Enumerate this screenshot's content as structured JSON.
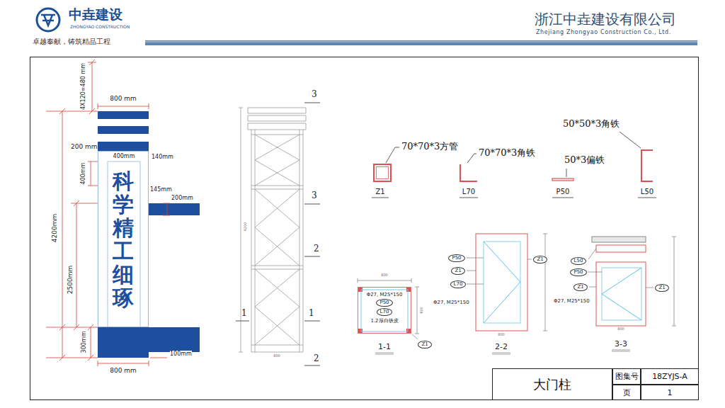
{
  "diagram": {
    "nodes": [
      {
        "text": [
          "科学精工细琢"
        ]
      },
      {
        "text": [
          "Φ27, M25*150",
          "1.2厚白铁皮"
        ]
      },
      {
        "text": [
          "P50"
        ],
        "in": 1
      },
      {
        "text": [
          "L70"
        ],
        "in": 1
      },
      {
        "text": [
          "Z1"
        ]
      },
      {
        "text": [
          "P50"
        ]
      },
      {
        "text": [
          "Z1"
        ]
      },
      {
        "text": [
          "L70"
        ]
      },
      {
        "text": [
          "Z1"
        ]
      },
      {
        "text": [
          "L50"
        ]
      },
      {
        "text": [
          "P50"
        ]
      },
      {
        "text": [
          "Z1"
        ]
      },
      {
        "text": [
          "Z1"
        ]
      },
      {
        "text": [
          "大门柱"
        ]
      },
      {
        "text": [
          "图集号"
        ]
      },
      {
        "text": [
          "18ZYJS-A"
        ]
      },
      {
        "text": [
          "页"
        ]
      },
      {
        "text": [
          "1"
        ]
      }
    ],
    "labels": [
      "中垚建设",
      "ZHONGYAO CONSTRUCTION",
      "卓越奉献，铸筑精品工程",
      "浙江中垚建设有限公司",
      "Zhejiang Zhongyao Construction Co., Ltd.",
      "4X120=480 mm",
      "800 mm",
      "200 mm",
      "400mm",
      "140mm",
      "400mm",
      "145mm",
      "200mm",
      "4200mm",
      "2500mm",
      "300mm",
      "100mm",
      "800 mm",
      "4200",
      "800",
      "3",
      "3",
      "2",
      "1",
      "1",
      "2",
      "70*70*3方管",
      "70*70*3角铁",
      "50*3偏铁",
      "50*50*3角铁",
      "Z1",
      "L70",
      "P50",
      "L50",
      "800",
      "800",
      "1-1",
      "Φ27, M25*150",
      "800",
      "2-2",
      "Φ27, M25*150",
      "800",
      "3-3"
    ]
  }
}
